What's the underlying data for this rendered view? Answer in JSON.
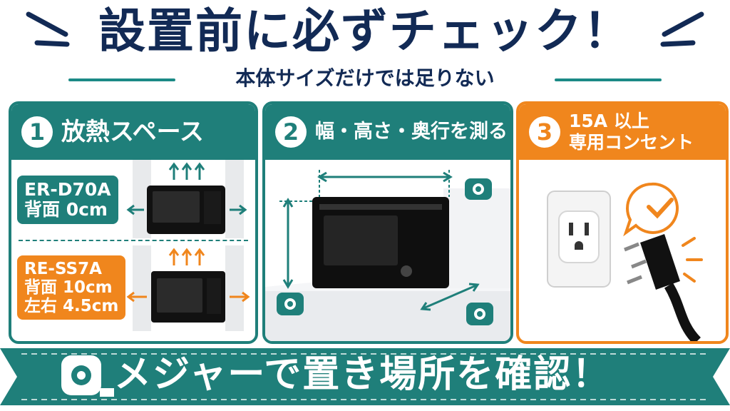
{
  "header": {
    "title": "設置前に必ずチェック！",
    "subtitle": "本体サイズだけでは足りない"
  },
  "panels": [
    {
      "number": "1",
      "title": "放熱スペース",
      "models": [
        {
          "name": "ER-D70A",
          "lines": [
            "背面 0cm"
          ]
        },
        {
          "name": "RE-SS7A",
          "lines": [
            "背面 10cm",
            "左右 4.5cm"
          ]
        }
      ]
    },
    {
      "number": "2",
      "title": "幅・高さ・奥行を測る"
    },
    {
      "number": "3",
      "title_lines": [
        "15A 以上",
        "専用コンセント"
      ]
    }
  ],
  "banner": {
    "text": "メジャーで置き場所を確認！"
  },
  "colors": {
    "teal": "#1f7f7a",
    "orange": "#f0861d",
    "navy": "#122a55"
  },
  "icons": [
    "tape-measure-icon",
    "wall-outlet-icon",
    "power-plug-icon",
    "check-bubble-icon"
  ]
}
